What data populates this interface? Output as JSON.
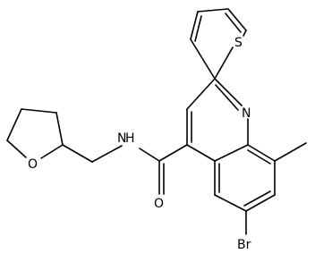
{
  "diagram": {
    "type": "chemical-structure",
    "background": "#ffffff",
    "line_color": "#000000",
    "atom_labels": {
      "sulfur": "S",
      "nitrogen_ring": "N",
      "nitrogen_amide": "N",
      "hydrogen_amide": "H",
      "oxygen_ether": "O",
      "oxygen_carbonyl": "O",
      "bromine": "Br"
    }
  }
}
